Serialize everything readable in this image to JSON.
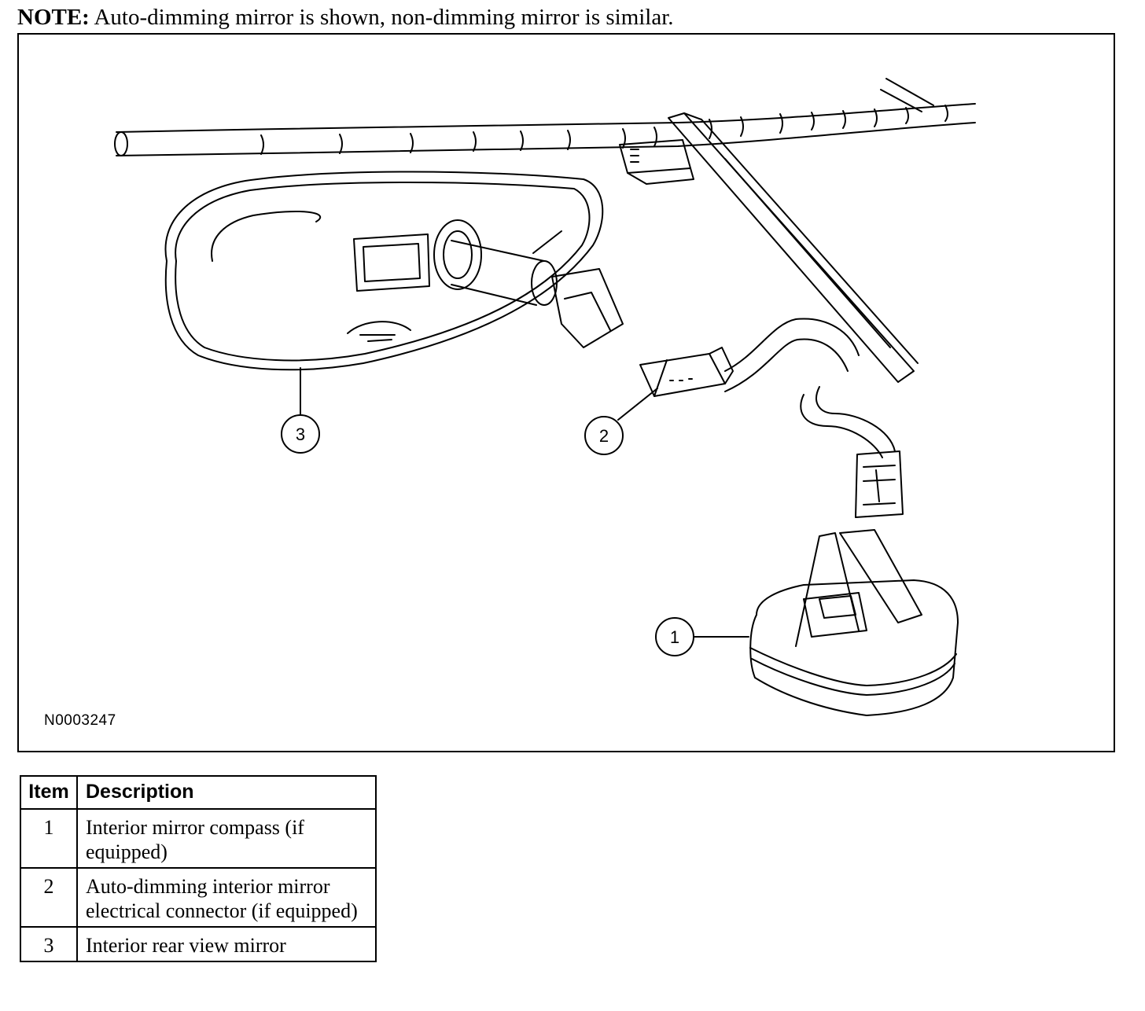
{
  "note": {
    "label": "NOTE:",
    "text": " Auto-dimming mirror is shown, non-dimming mirror is similar."
  },
  "figure": {
    "id": "N0003247",
    "callouts": [
      "1",
      "2",
      "3"
    ]
  },
  "table": {
    "headers": {
      "item": "Item",
      "description": "Description"
    },
    "rows": [
      {
        "item": "1",
        "description": "Interior mirror compass (if equipped)"
      },
      {
        "item": "2",
        "description": "Auto-dimming interior mirror electrical connector (if equipped)"
      },
      {
        "item": "3",
        "description": "Interior rear view mirror"
      }
    ]
  }
}
